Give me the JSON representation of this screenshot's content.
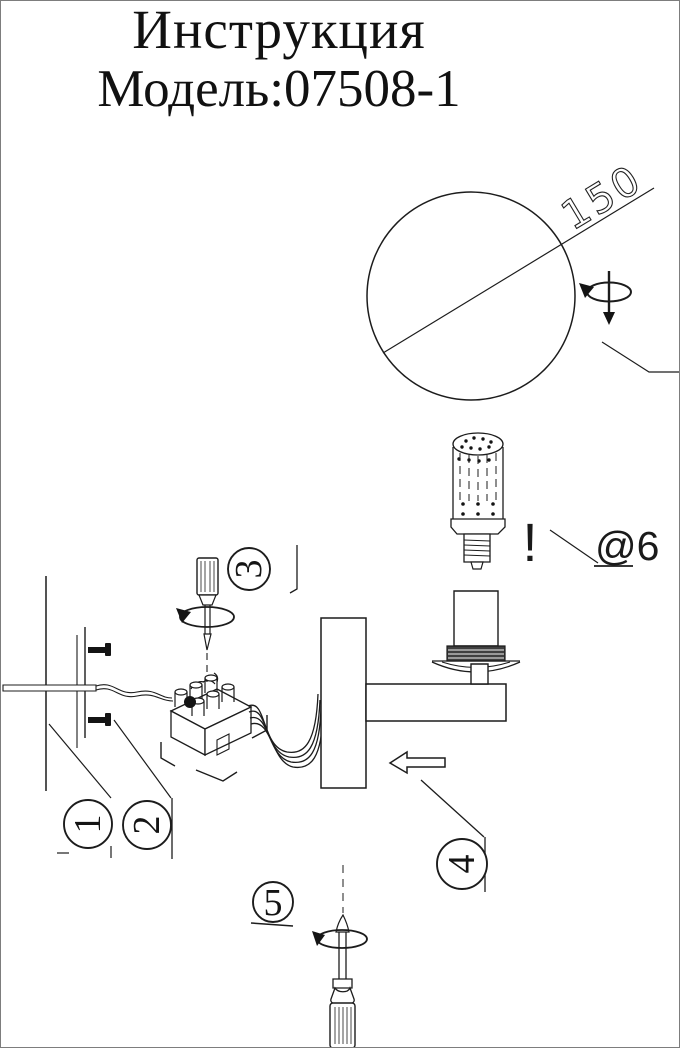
{
  "page": {
    "title": "Инструкция",
    "model": "Модель:07508-1"
  },
  "annotations": {
    "globe_diameter": "150",
    "bulb_note": "@6",
    "warning_mark": "!"
  },
  "callouts": {
    "one": "1",
    "two": "2",
    "three": "3",
    "four": "4",
    "five": "5"
  },
  "colors": {
    "ink": "#1c1c1c",
    "paper": "#ffffff",
    "thread_band": "#3f3f3f"
  }
}
